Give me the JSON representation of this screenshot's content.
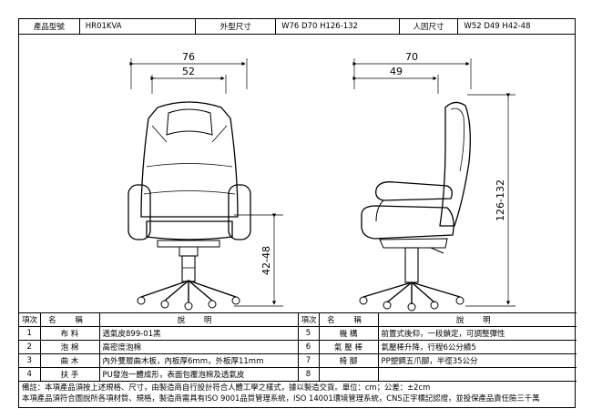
{
  "header": {
    "model_label": "產品型號",
    "model_value": "HR01KVA",
    "outer_label": "外型尺寸",
    "outer_value": "W76 D70 H126-132",
    "ergo_label": "人因尺寸",
    "ergo_value": "W52 D49 H42-48"
  },
  "dimensions": {
    "front_outer_width": "76",
    "front_inner_width": "52",
    "side_outer_depth": "70",
    "side_inner_depth": "49",
    "seat_height": "42-48",
    "total_height": "126-132"
  },
  "table": {
    "headers": {
      "index": "項次",
      "name": "名 稱",
      "desc": "說 明"
    },
    "rows": [
      {
        "idx1": "1",
        "name1": "布 料",
        "desc1": "透氣皮899-01黑",
        "idx2": "5",
        "name2": "機 構",
        "desc2": "前置式後仰，一段鎖定，可調整彈性"
      },
      {
        "idx1": "2",
        "name1": "泡 棉",
        "desc1": "高密度泡棉",
        "idx2": "6",
        "name2": "氣 壓 棒",
        "desc2": "氣壓棒升降，行程6公分績5"
      },
      {
        "idx1": "3",
        "name1": "曲 木",
        "desc1": "內外雙層曲木板，內板厚6mm，外板厚11mm",
        "idx2": "7",
        "name2": "椅 腳",
        "desc2": "PP塑鋼五爪腳，半徑35公分"
      },
      {
        "idx1": "4",
        "name1": "扶 手",
        "desc1": "PU發泡一體成形，表面包覆泡棉及透氣皮",
        "idx2": "8",
        "name2": "",
        "desc2": ""
      }
    ]
  },
  "notes": {
    "line1": "備註：本項產品須按上述規格、尺寸，由製造商自行設計符合人體工學之樣式，據以製造交貨。單位：cm；公差：±2cm",
    "line2": "本項產品須符合圖說所各項材質、規格，製造商需具有ISO 9001品質管理系統，ISO 14001環境管理系統，CNS正字標記認證，並投保產品責任險三千萬"
  }
}
